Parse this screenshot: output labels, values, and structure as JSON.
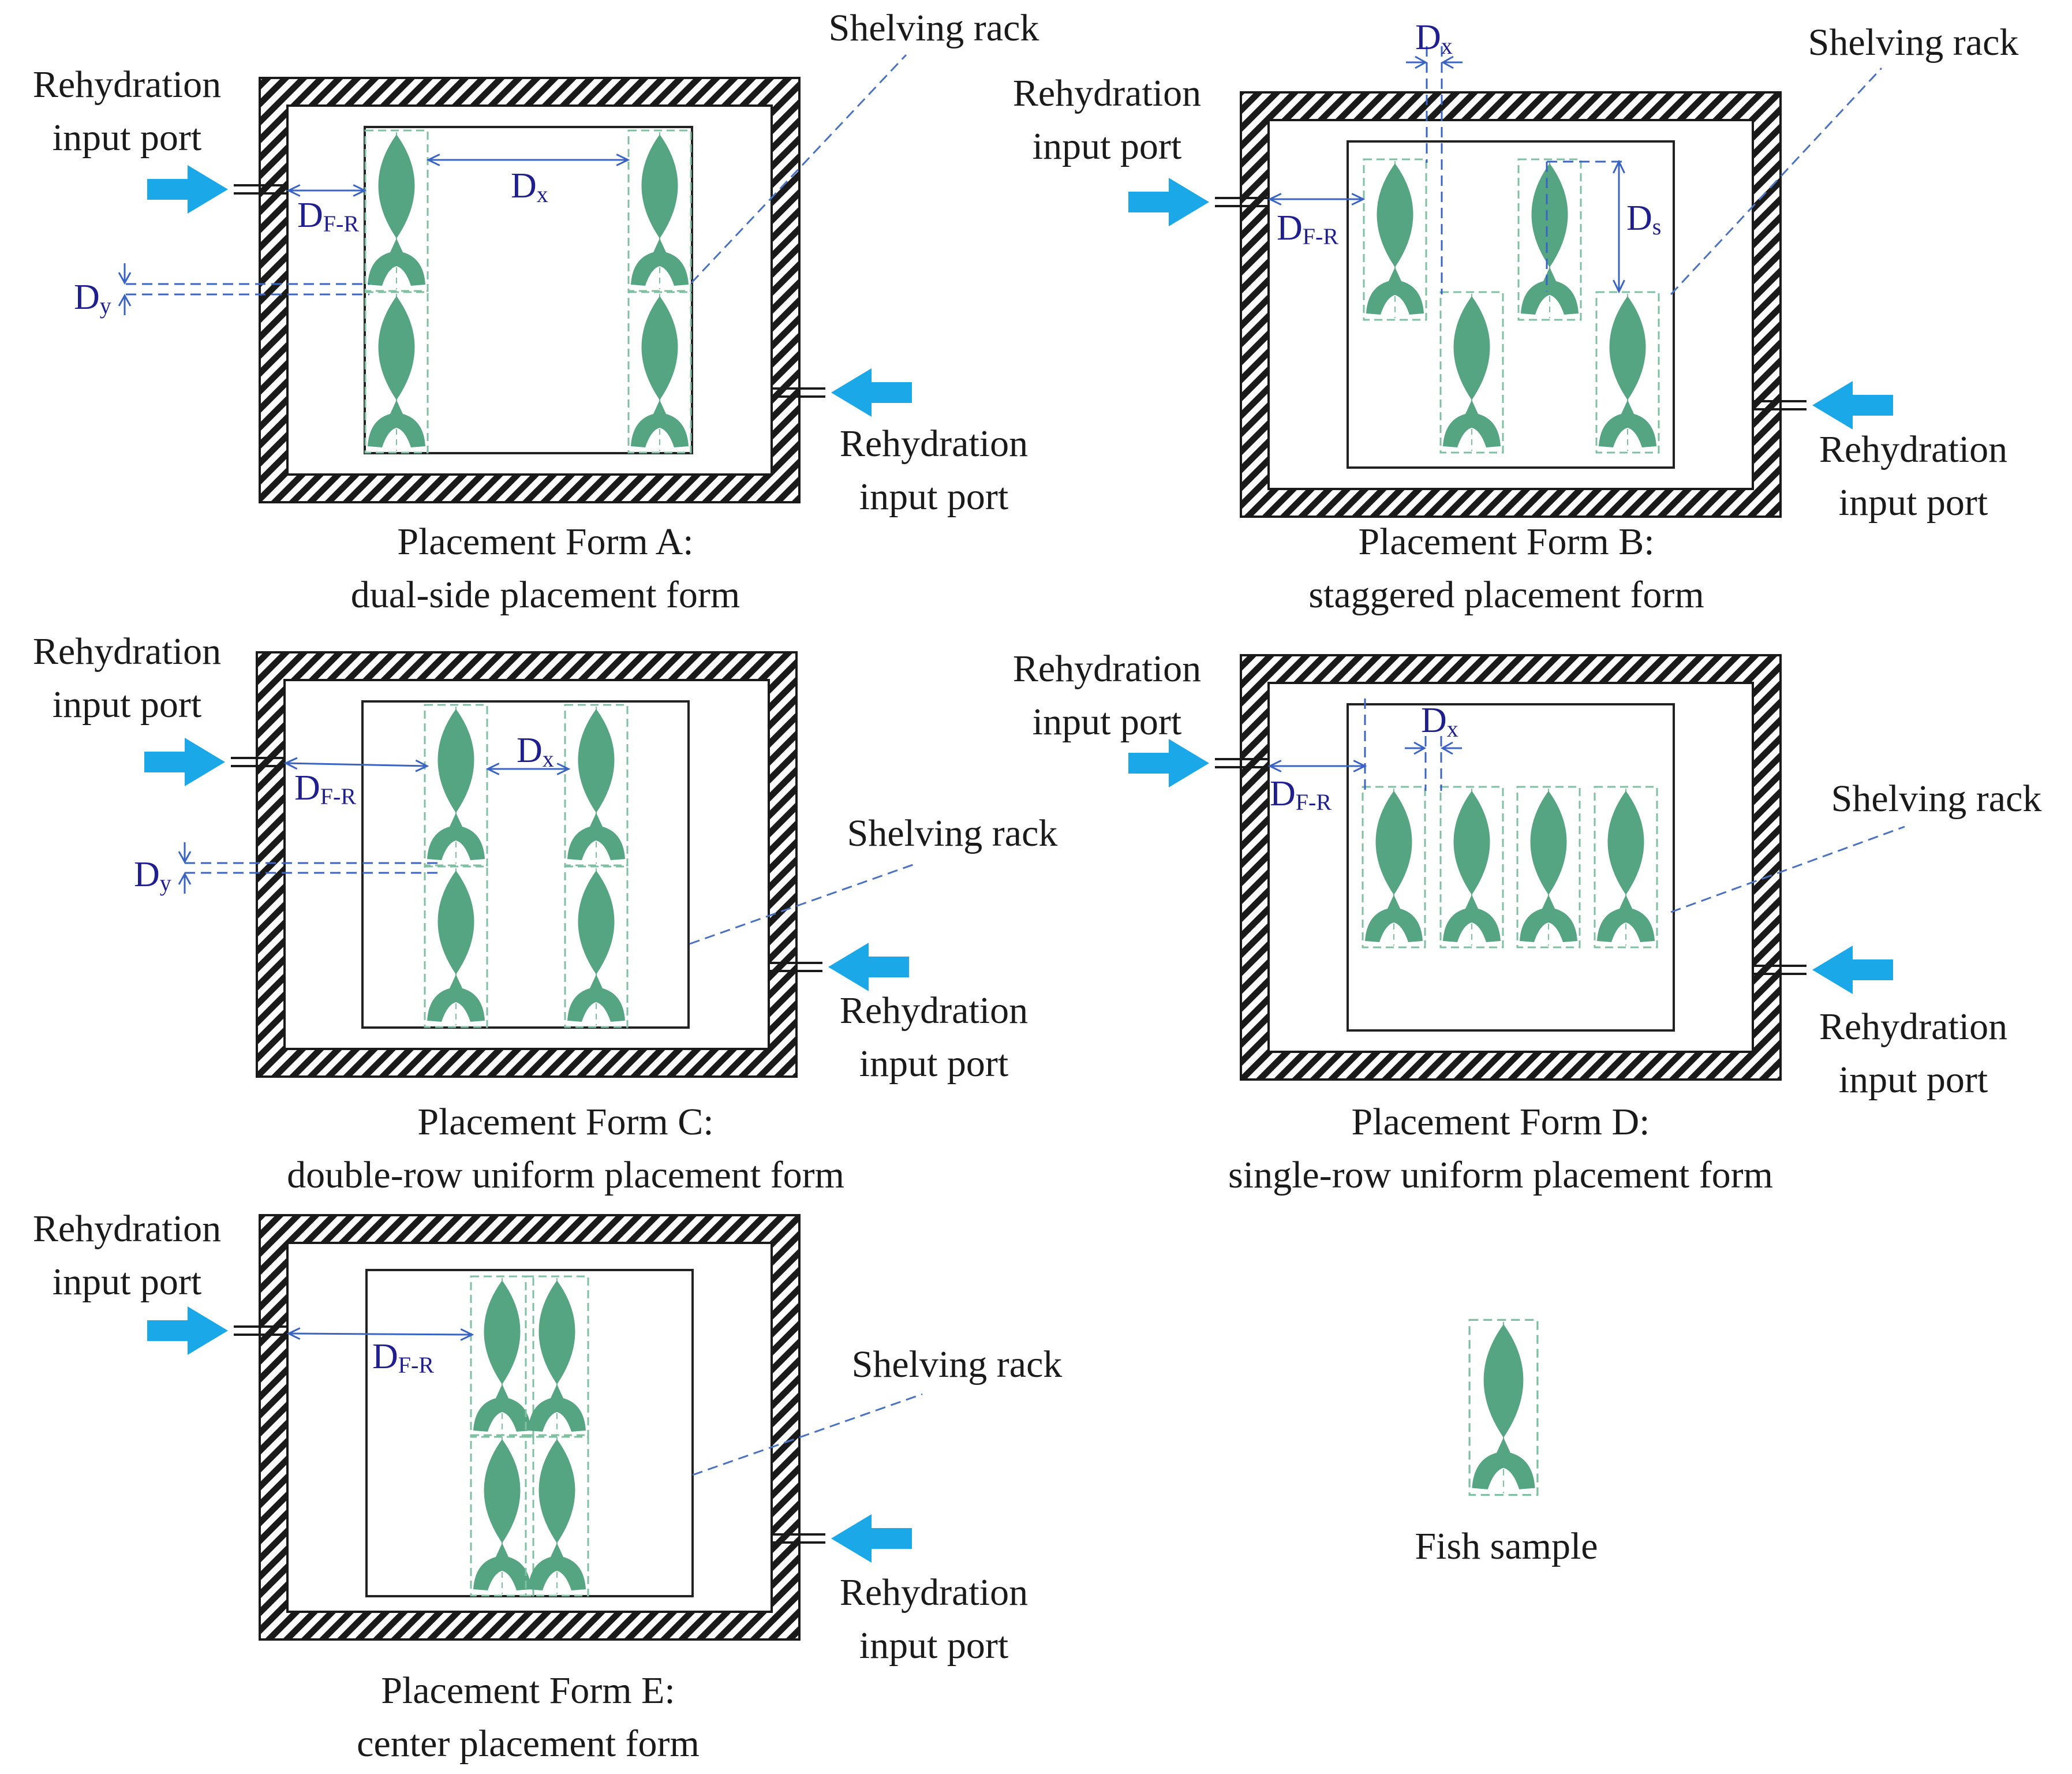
{
  "labels": {
    "input_port": [
      "Rehydration",
      "input port"
    ],
    "shelving_rack": "Shelving rack",
    "fish_sample": "Fish sample",
    "d_fr": "D",
    "d_fr_sub": "F-R",
    "d_x": "D",
    "d_x_sub": "x",
    "d_y": "D",
    "d_y_sub": "y",
    "d_s": "D",
    "d_s_sub": "s"
  },
  "panels": [
    {
      "id": "A",
      "caption": [
        "Placement Form A:",
        "dual-side placement form"
      ]
    },
    {
      "id": "B",
      "caption": [
        "Placement Form B:",
        "staggered placement form"
      ]
    },
    {
      "id": "C",
      "caption": [
        "Placement Form C:",
        "double-row uniform placement form"
      ]
    },
    {
      "id": "D",
      "caption": [
        "Placement Form D:",
        "single-row uniform placement form"
      ]
    },
    {
      "id": "E",
      "caption": [
        "Placement Form E:",
        "center placement form"
      ]
    }
  ],
  "colors": {
    "fish": "#55a482",
    "fish_box": "#7fc0a3",
    "arrow": "#1aa8e8",
    "dimension": "#3a64c4",
    "leader": "#4a72c0",
    "wall_hatch": "#1a1a1a"
  }
}
